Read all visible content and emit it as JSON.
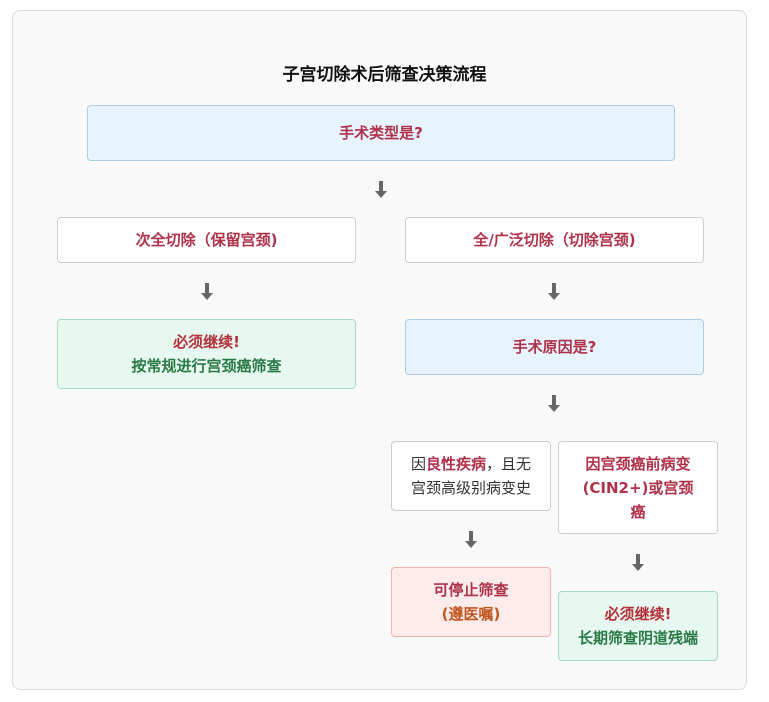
{
  "title": "子宫切除术后筛查决策流程",
  "nodes": {
    "q_surgery_type": "手术类型是?",
    "subtotal": "次全切除（保留宫颈)",
    "total": "全/广泛切除（切除宫颈)",
    "must_continue_routine": {
      "line1": "必须继续!",
      "line2": "按常规进行宫颈癌筛查"
    },
    "q_surgery_reason": "手术原因是?",
    "benign": {
      "prefix": "因",
      "highlight": "良性疾病",
      "suffix": "，且无",
      "line2": "宫颈高级别病变史"
    },
    "precancer": {
      "line1": "因宫颈癌前病变",
      "line2": "(CIN2+)或宫颈",
      "line3": "癌"
    },
    "stop": {
      "line1": "可停止筛查",
      "line2": "(遵医嘱)"
    },
    "must_continue_vault": {
      "line1": "必须继续!",
      "line2": "长期筛查阴道残端"
    }
  },
  "colors": {
    "question_bg": "#e7f3fd",
    "accent_red": "#b0314a",
    "green_text": "#2a7a45",
    "arrow": "#666666"
  }
}
